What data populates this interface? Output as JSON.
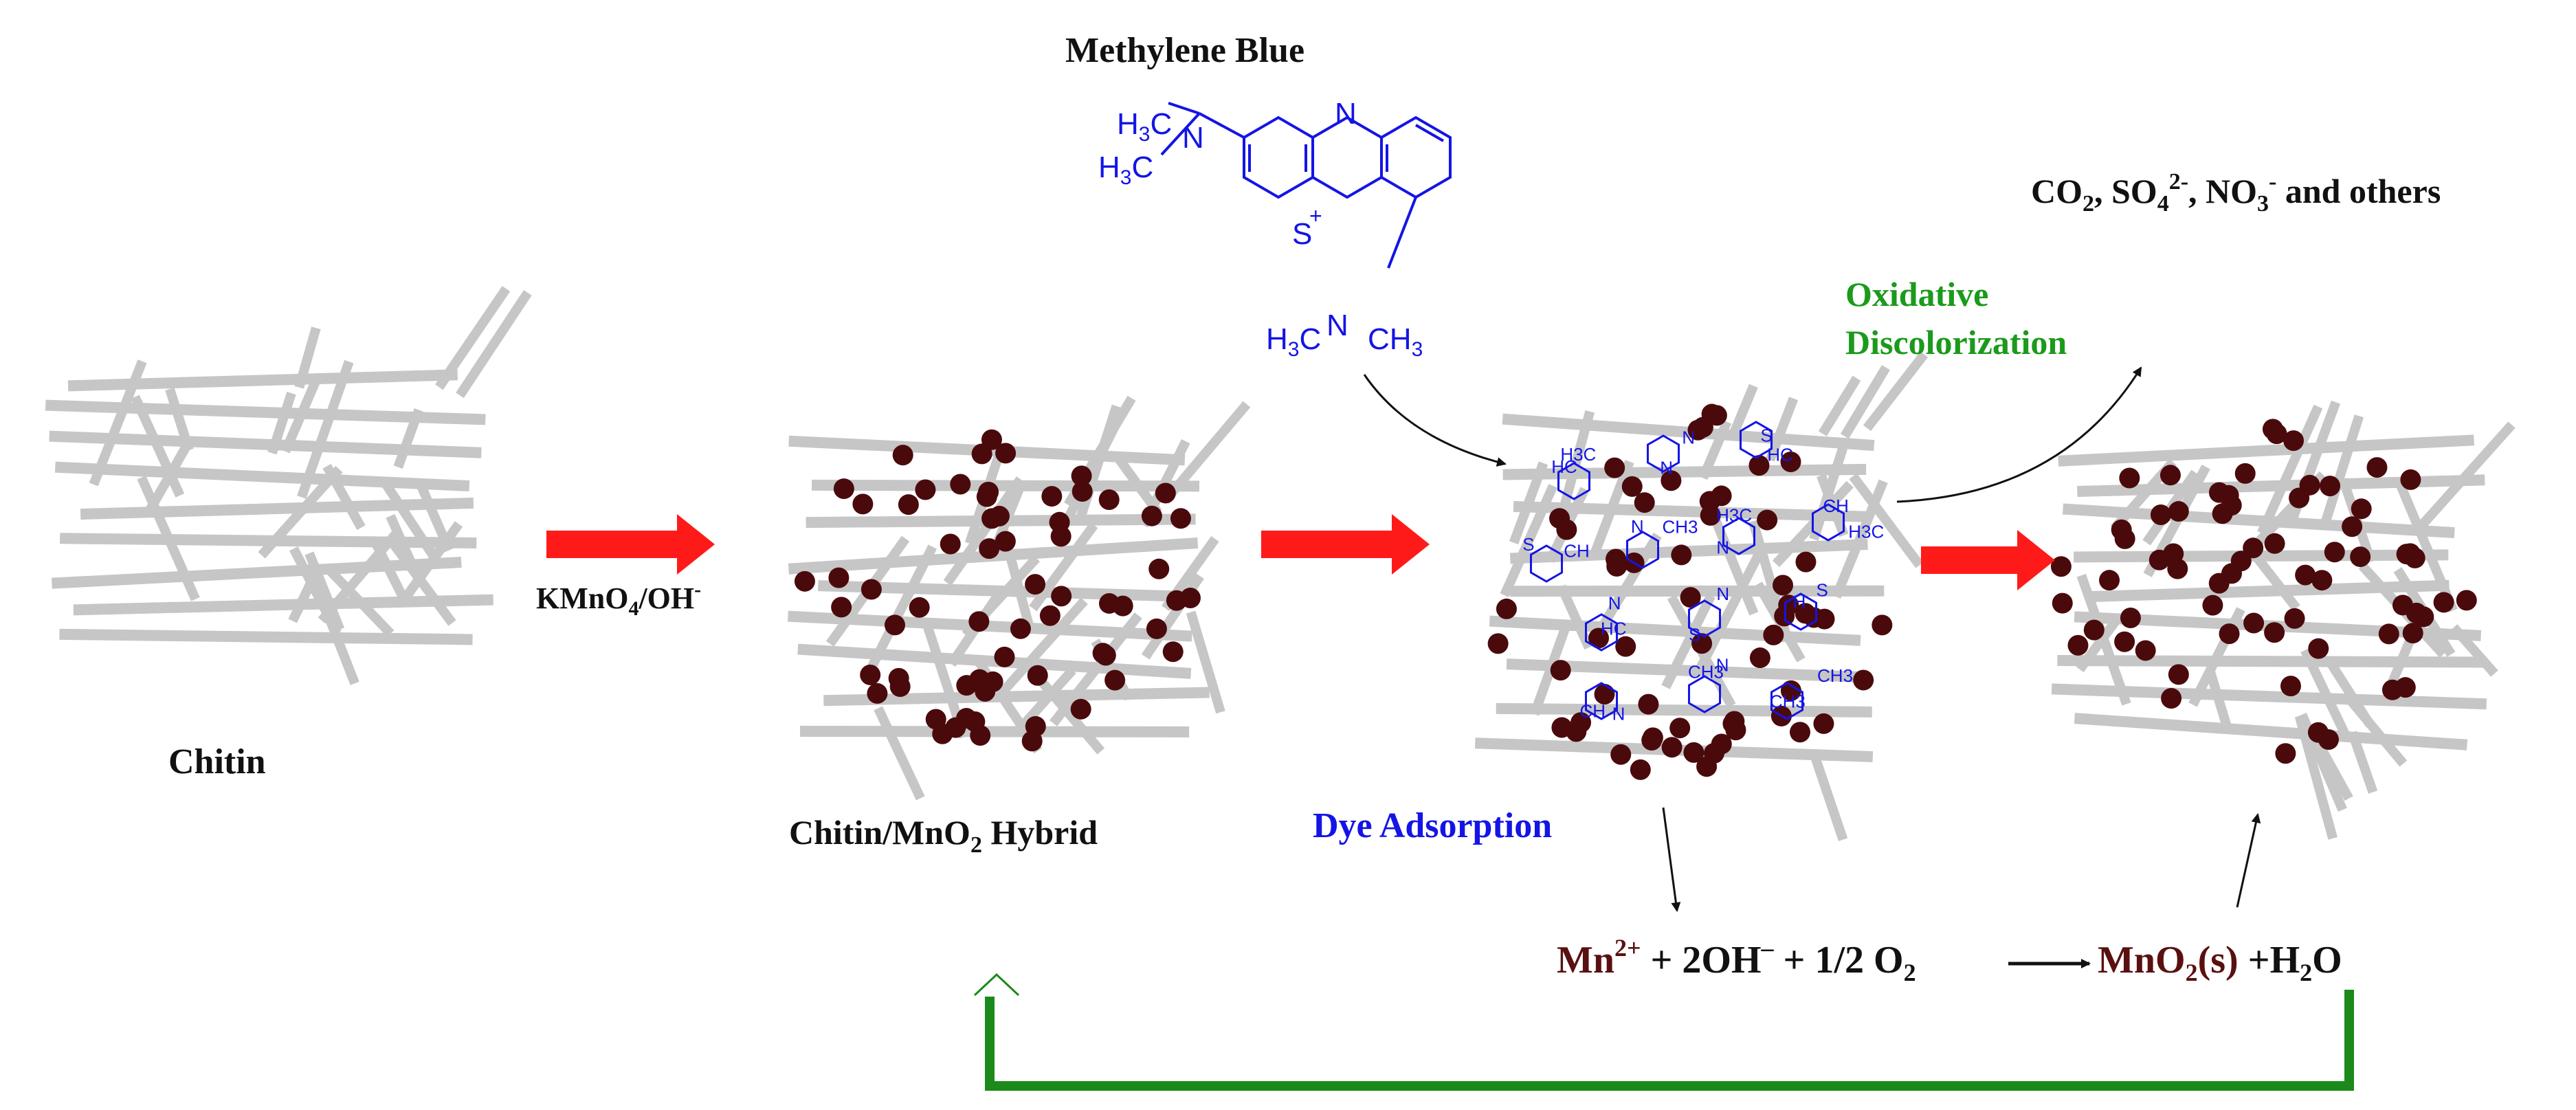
{
  "colors": {
    "background": "#ffffff",
    "fiber": "#c6c6c6",
    "particle": "#4a0a0c",
    "process_arrow": "#ff1a1a",
    "dye": "#1414e6",
    "recycle": "#1b8a1b",
    "text": "#111111",
    "mn_species": "#5a1010",
    "oxidative_label": "#1b9a1b"
  },
  "labels": {
    "methylene_blue": "Methylene Blue",
    "chitin": "Chitin",
    "reagent": "KMnO",
    "reagent_sub": "4",
    "reagent_tail": "/OH",
    "reagent_sup": "-",
    "hybrid_a": "Chitin/MnO",
    "hybrid_sub": "2",
    "hybrid_b": " Hybrid",
    "dye_adsorption": "Dye Adsorption",
    "oxidative_line1": "Oxidative",
    "oxidative_line2": "Discolorization",
    "products": {
      "co": "CO",
      "co_sub": "2",
      "so": ", SO",
      "so_sub": "4",
      "so_sup": "2-",
      "no": ", NO",
      "no_sub": "3",
      "no_sup": "-",
      "rest": " and others"
    }
  },
  "molecule": {
    "h3c_a": "H",
    "sub3": "3",
    "c": "C",
    "n_amine": "N",
    "n_ring": "N",
    "s_plus": "S",
    "plus": "+",
    "ch3": "CH",
    "h3c_b": "H",
    "ch3_sub": "3"
  },
  "equation": {
    "mn": "Mn",
    "mn_sup": "2+",
    "part1": " + 2OH",
    "part1_sup": "–",
    "part2": " + 1/2 O",
    "part2_sub": "2",
    "product": "MnO",
    "product_sub": "2",
    "product_state": "(s)",
    "plus_water": " +H",
    "water_sub": "2",
    "water_o": "O"
  },
  "adsorbed_fragments": [
    "H3C",
    "N",
    "HC",
    "S",
    "CH3",
    "N",
    "H3C",
    "HC",
    "N",
    "S",
    "CH",
    "N",
    "CH3",
    "HC",
    "N",
    "S",
    "CH",
    "N",
    "H3C",
    "CH",
    "N",
    "S",
    "H",
    "N",
    "CH3",
    "CH3"
  ]
}
